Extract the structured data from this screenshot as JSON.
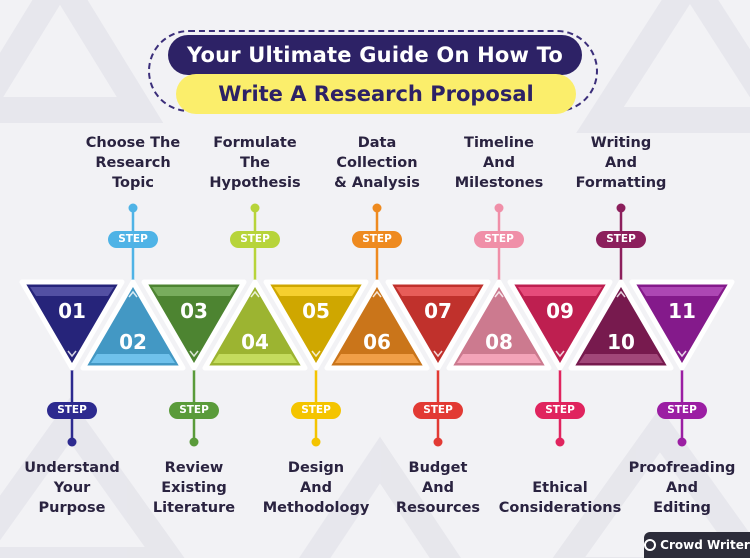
{
  "title": {
    "line1": "Your Ultimate Guide On How To",
    "line2": "Write A Research Proposal"
  },
  "step_label": "STEP",
  "brand": "Crowd Writer",
  "steps": [
    {
      "num": "01",
      "label": "Understand\nYour\nPurpose",
      "color": "#2d2a8f"
    },
    {
      "num": "02",
      "label": "Choose The\nResearch\nTopic",
      "color": "#4fb3e6"
    },
    {
      "num": "03",
      "label": "Review\nExisting\nLiterature",
      "color": "#5a9b3a"
    },
    {
      "num": "04",
      "label": "Formulate\nThe\nHypothesis",
      "color": "#b7d43a"
    },
    {
      "num": "05",
      "label": "Design\nAnd\nMethodology",
      "color": "#f4c400"
    },
    {
      "num": "06",
      "label": "Data\nCollection\n& Analysis",
      "color": "#ee8a1f"
    },
    {
      "num": "07",
      "label": "Budget\nAnd\nResources",
      "color": "#e23a34"
    },
    {
      "num": "08",
      "label": "Timeline\nAnd\nMilestones",
      "color": "#f08fa8"
    },
    {
      "num": "09",
      "label": "Ethical\nConsiderations",
      "color": "#e0245e"
    },
    {
      "num": "10",
      "label": "Writing\nAnd\nFormatting",
      "color": "#8c1f5c"
    },
    {
      "num": "11",
      "label": "Proofreading\nAnd\nEditing",
      "color": "#9b1ea3"
    }
  ]
}
